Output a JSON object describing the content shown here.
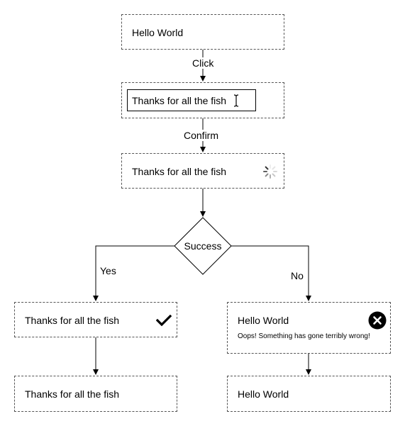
{
  "steps": {
    "step1": {
      "text": "Hello World"
    },
    "step2": {
      "input_value": "Thanks for all the fish"
    },
    "step3": {
      "text": "Thanks for all the fish"
    },
    "decision": {
      "label": "Success"
    },
    "yes_box": {
      "text": "Thanks for all the fish"
    },
    "yes_final": {
      "text": "Thanks for all the fish"
    },
    "no_box": {
      "title": "Hello World",
      "error": "Oops! Something has gone terribly wrong!"
    },
    "no_final": {
      "text": "Hello World"
    }
  },
  "edges": {
    "click": "Click",
    "confirm": "Confirm",
    "yes": "Yes",
    "no": "No"
  },
  "icons": {
    "text_cursor": "text-cursor-icon",
    "spinner": "loading-spinner-icon",
    "check": "checkmark-icon",
    "error": "close-circle-icon"
  }
}
